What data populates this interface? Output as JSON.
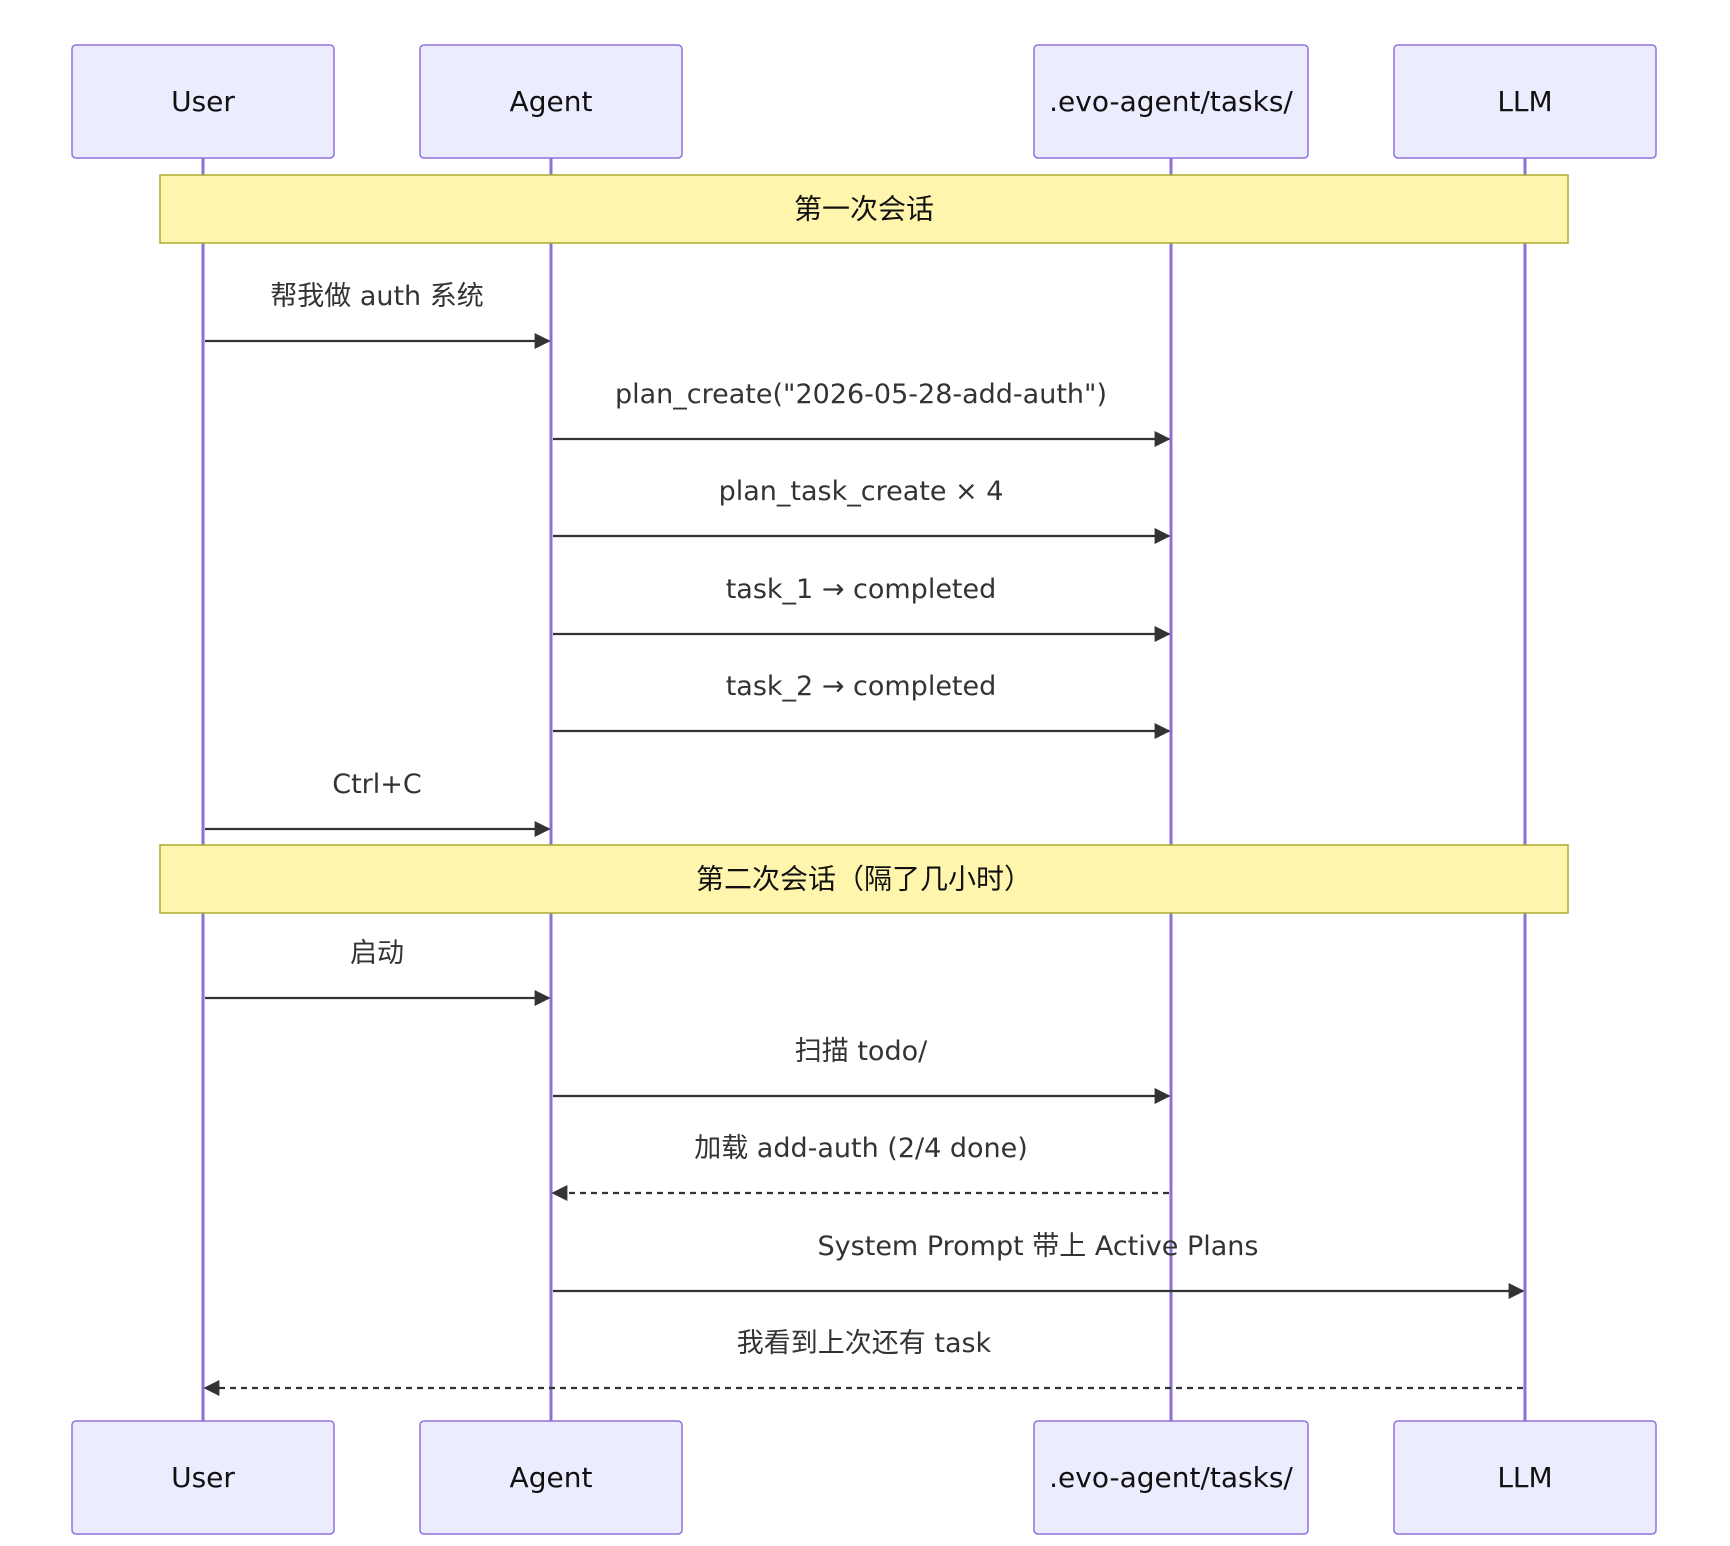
{
  "participants": [
    {
      "id": "user",
      "label": "User"
    },
    {
      "id": "agent",
      "label": "Agent"
    },
    {
      "id": "tasks",
      "label": ".evo-agent/tasks/"
    },
    {
      "id": "llm",
      "label": "LLM"
    }
  ],
  "sequence": [
    {
      "kind": "note",
      "text": "第一次会话"
    },
    {
      "kind": "message",
      "from": "user",
      "to": "agent",
      "text": "帮我做 auth 系统",
      "style": "solid"
    },
    {
      "kind": "message",
      "from": "agent",
      "to": "tasks",
      "text": "plan_create(\"2026-05-28-add-auth\")",
      "style": "solid"
    },
    {
      "kind": "message",
      "from": "agent",
      "to": "tasks",
      "text": "plan_task_create × 4",
      "style": "solid"
    },
    {
      "kind": "message",
      "from": "agent",
      "to": "tasks",
      "text": "task_1 → completed",
      "style": "solid"
    },
    {
      "kind": "message",
      "from": "agent",
      "to": "tasks",
      "text": "task_2 → completed",
      "style": "solid"
    },
    {
      "kind": "message",
      "from": "user",
      "to": "agent",
      "text": "Ctrl+C",
      "style": "solid"
    },
    {
      "kind": "note",
      "text": "第二次会话（隔了几小时）"
    },
    {
      "kind": "message",
      "from": "user",
      "to": "agent",
      "text": "启动",
      "style": "solid"
    },
    {
      "kind": "message",
      "from": "agent",
      "to": "tasks",
      "text": "扫描 todo/",
      "style": "solid"
    },
    {
      "kind": "message",
      "from": "tasks",
      "to": "agent",
      "text": "加载 add-auth (2/4 done)",
      "style": "dashed"
    },
    {
      "kind": "message",
      "from": "agent",
      "to": "llm",
      "text": "System Prompt 带上 Active Plans",
      "style": "solid"
    },
    {
      "kind": "message",
      "from": "llm",
      "to": "user",
      "text": "我看到上次还有 task",
      "style": "dashed"
    }
  ],
  "colors": {
    "actor_fill": "#ECECFF",
    "actor_border": "#9370DB",
    "lifeline": "#8E6FD3",
    "note_fill": "#FFF5AD",
    "note_border": "#AAAA33",
    "arrow": "#333333"
  }
}
